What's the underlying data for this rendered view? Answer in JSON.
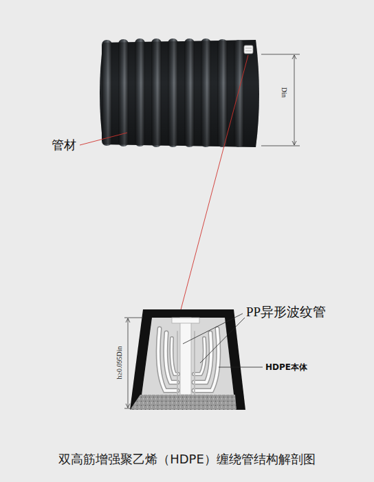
{
  "diagram": {
    "caption": "双高筋增强聚乙烯（HDPE）缠绕管结构解剖图",
    "labels": [
      "管材",
      "Din",
      "PP异形波纹管",
      "HDPE本体",
      "h≥0.095Din"
    ]
  }
}
